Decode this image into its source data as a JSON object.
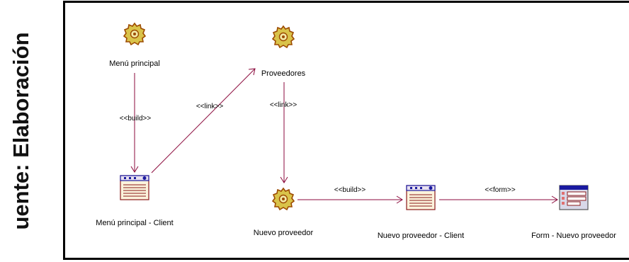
{
  "caption": "uente: Elaboración",
  "nodes": {
    "menu_principal": "Menú principal",
    "proveedores": "Proveedores",
    "menu_principal_client": "Menú principal - Client",
    "nuevo_proveedor": "Nuevo proveedor",
    "nuevo_proveedor_client": "Nuevo proveedor - Client",
    "form_nuevo_proveedor": "Form - Nuevo proveedor"
  },
  "links": {
    "build_1": "<<build>>",
    "link_1": "<<link>>",
    "link_2": "<<link>>",
    "build_2": "<<build>>",
    "form": "<<form>>"
  },
  "colors": {
    "edge": "#8b0a3c",
    "gear_fill": "#d9c34a",
    "gear_stroke": "#9c4a00",
    "page_border": "#8b1a1a",
    "page_header": "#1a1aa0",
    "form_fill": "#e07070"
  }
}
